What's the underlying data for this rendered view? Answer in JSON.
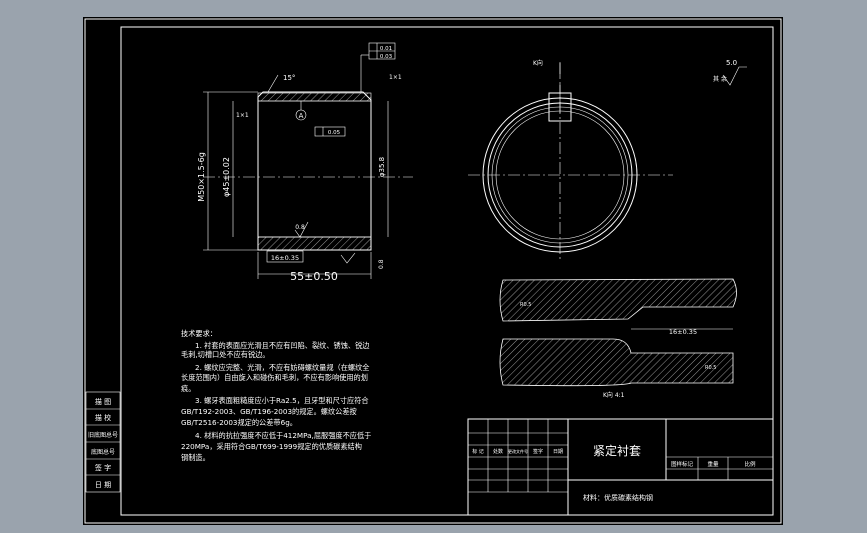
{
  "title": {
    "part_name": "紧定衬套",
    "material": "材料：优质碳素结构钢",
    "header_cells": [
      "图样标记",
      "重量",
      "比例"
    ],
    "row_labels": [
      "标 记",
      "处数",
      "更改文件号",
      "签字",
      "日期"
    ]
  },
  "side_stamps": [
    "描 图",
    "描 校",
    "旧底图总号",
    "底图总号",
    "签 字",
    "日 期"
  ],
  "roughness": {
    "symbol_value": "5.0",
    "note": "其 余"
  },
  "dims": {
    "length": "55±0.50",
    "thread": "M50×1.5-6g",
    "outer_dia": "φ45±0.02",
    "inner_dia": "φ35.8",
    "angle": "15°",
    "chamfer": "1×1",
    "rough_08_a": "0.8",
    "rough_08_b": "0.8",
    "slot_len": "16±0.35",
    "tol_parallel": "0.01",
    "tol_round": "0.03",
    "tol_runout": "0.05",
    "datum": "A",
    "view_label": "K向",
    "section_label": "K向 4:1",
    "slot_len_section": "16±0.35",
    "r_note": "R0.5"
  },
  "notes": {
    "heading": "技术要求：",
    "lines": [
      "1. 衬套的表面应光滑且不应有凹陷、裂纹、锈蚀、锐边",
      "毛刺,切槽口处不应有锐边。",
      "2. 螺纹应完整、光滑，不应有妨碍螺纹量规（在螺纹全",
      "长度范围内）自由旋入和碰伤和毛刺，不应有影响使用的划",
      "痕。",
      "3. 螺牙表面粗糙度应小于Ra2.5，且牙型和尺寸应符合",
      "GB/T192-2003、GB/T196-2003的规定。螺纹公差按",
      "GB/T2516-2003规定的公差带6g。",
      "4. 材料的抗拉强度不应低于412MPa,屈服强度不应低于",
      "220MPa，采用符合GB/T699-1999规定的优质碳素结构",
      "钢制造。"
    ]
  }
}
